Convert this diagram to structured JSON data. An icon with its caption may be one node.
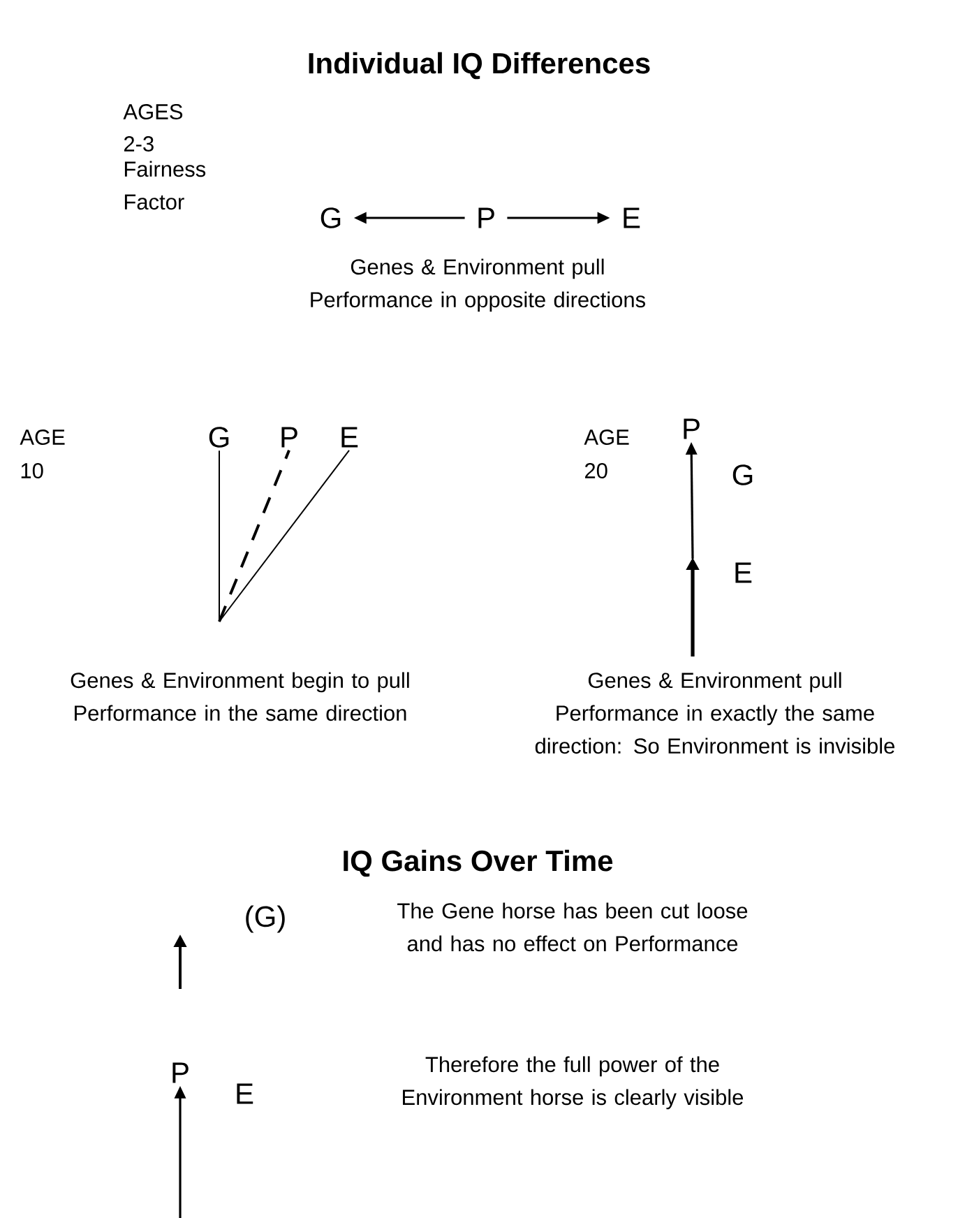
{
  "diagram": {
    "title": "Individual IQ Differences",
    "nodes": [
      {
        "text": [
          "G"
        ]
      },
      {
        "text": [
          "P"
        ]
      },
      {
        "text": [
          "E"
        ]
      },
      {
        "text": [
          "G"
        ]
      },
      {
        "text": [
          "P"
        ]
      },
      {
        "text": [
          "E"
        ]
      },
      {
        "text": [
          "P"
        ]
      },
      {
        "text": [
          "P"
        ]
      }
    ],
    "edges": [
      {
        "from": 1,
        "to": 0,
        "arrow": "to"
      },
      {
        "from": 1,
        "to": 2,
        "arrow": "to"
      },
      {
        "from": null,
        "to": 3,
        "arrow": "none"
      },
      {
        "from": null,
        "to": 4,
        "arrow": "none",
        "style": "dashed"
      },
      {
        "from": null,
        "to": 5,
        "arrow": "none"
      },
      {
        "from": null,
        "to": 6,
        "arrow": "to"
      },
      {
        "from": null,
        "to": 7,
        "arrow": "to"
      }
    ],
    "labels": [
      "AGES",
      "2-3",
      "Fairness Factor",
      "Genes & Environment pull Performance in opposite directions",
      "AGE",
      "10",
      "AGE",
      "20",
      "G",
      "E",
      "Genes & Environment begin to pull Performance in the same direction",
      "Genes & Environment pull Performance in exactly the same direction:  So Environment is invisible",
      "IQ Gains Over Time",
      "(G)",
      "The Gene horse has been cut loose and has no effect on Performance",
      "E",
      "Therefore the full power of the Environment horse is clearly visible"
    ]
  }
}
